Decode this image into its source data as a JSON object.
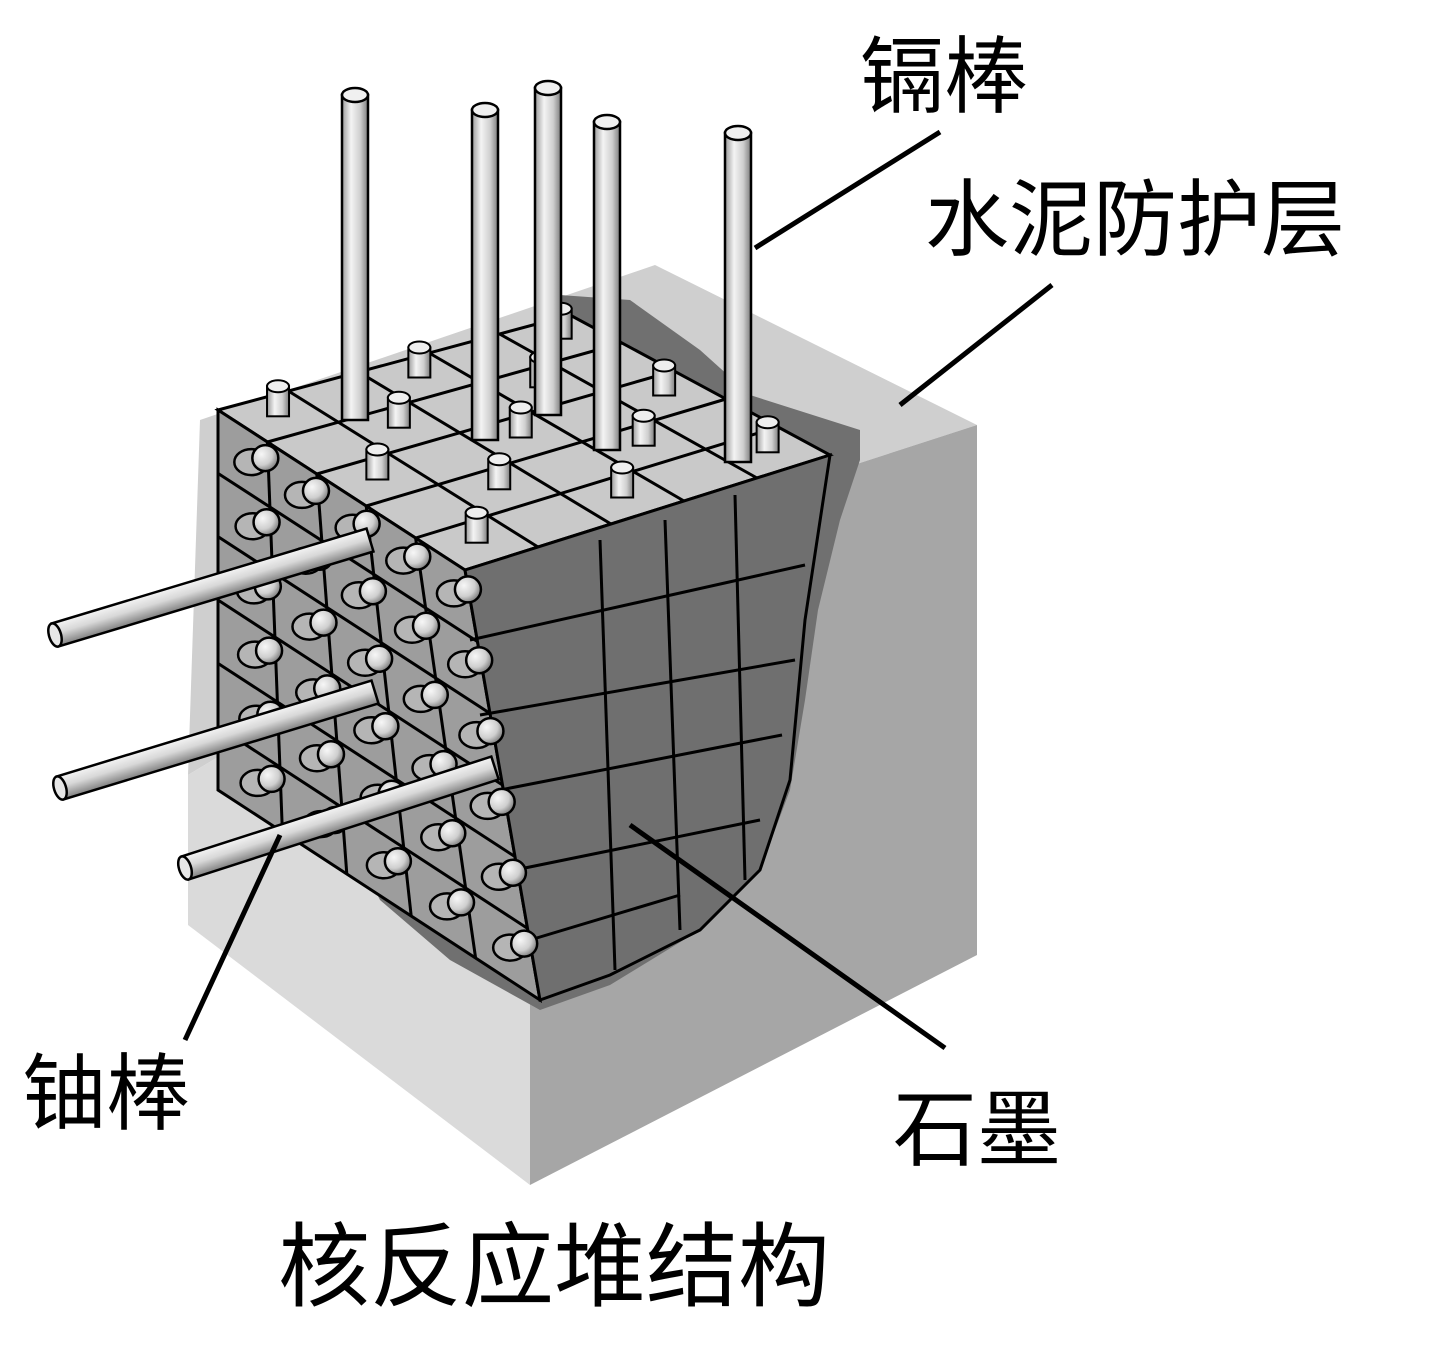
{
  "labels": {
    "cadmium_rod": "镉棒",
    "cement_layer": "水泥防护层",
    "uranium_rod": "铀棒",
    "graphite": "石墨",
    "caption": "核反应堆结构"
  },
  "colors": {
    "cement_front": "#d6d6d6",
    "cement_side": "#a3a3a3",
    "cement_top": "#c9c9c9",
    "graphite_top": "#c7c7c7",
    "graphite_front": "#9a9a9a",
    "graphite_side": "#6f6f6f",
    "rod_light": "#f2f2f2",
    "rod_dark": "#8a8a8a"
  }
}
